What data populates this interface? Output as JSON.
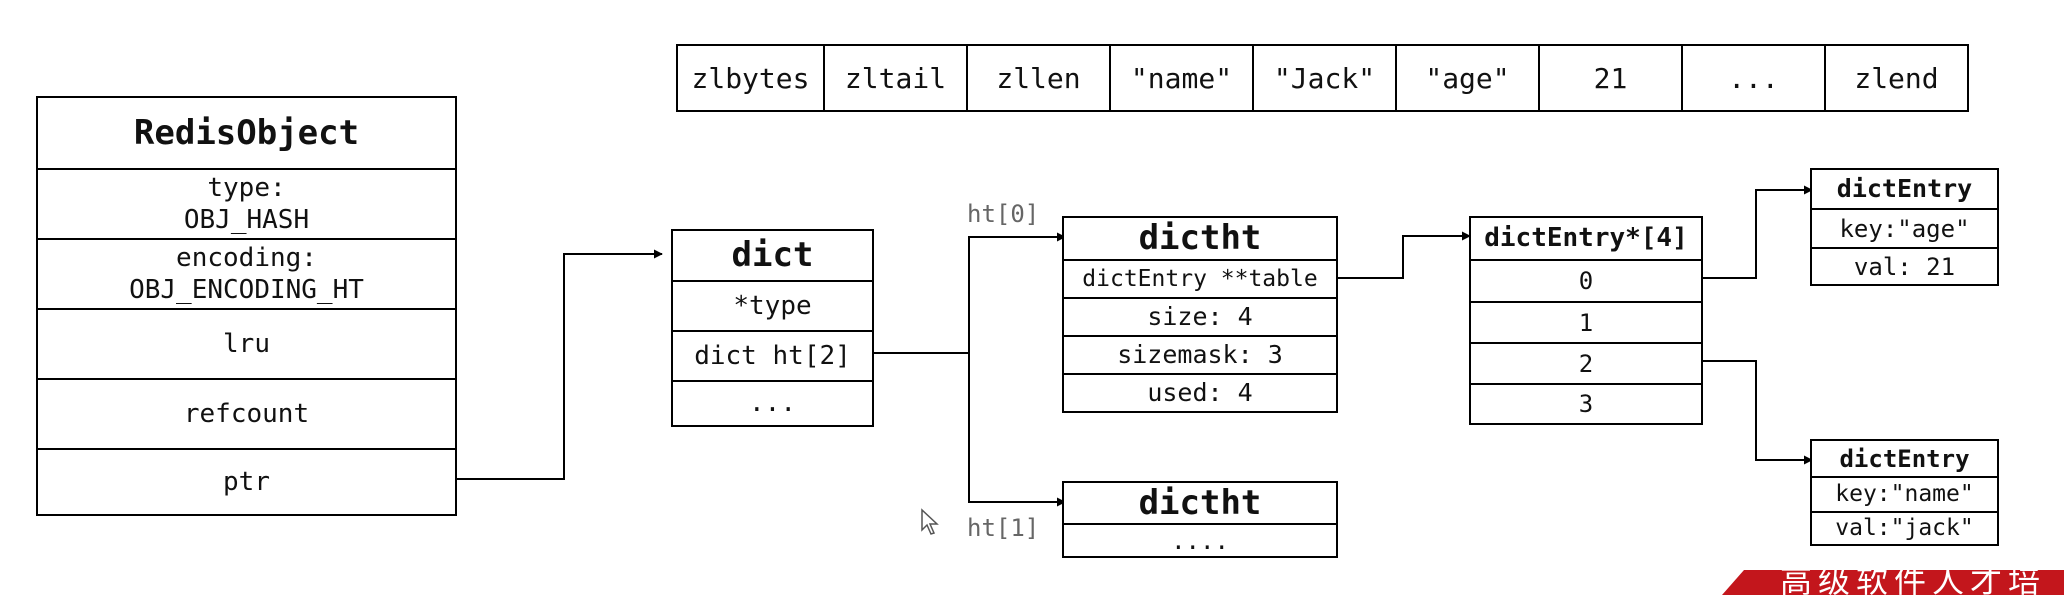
{
  "ziplist": [
    "zlbytes",
    "zltail",
    "zllen",
    "\"name\"",
    "\"Jack\"",
    "\"age\"",
    "21",
    "...",
    "zlend"
  ],
  "redis_object": {
    "title": "RedisObject",
    "type_line1": "type:",
    "type_line2": "OBJ_HASH",
    "encoding_line1": "encoding:",
    "encoding_line2": "OBJ_ENCODING_HT",
    "lru": "lru",
    "refcount": "refcount",
    "ptr": "ptr"
  },
  "dict": {
    "title": "dict",
    "type": "*type",
    "ht": "dict ht[2]",
    "more": "..."
  },
  "labels": {
    "ht0": "ht[0]",
    "ht1": "ht[1]"
  },
  "dictht0": {
    "title": "dictht",
    "table": "dictEntry **table",
    "size": "size: 4",
    "sizemask": "sizemask: 3",
    "used": "used: 4"
  },
  "dictht1": {
    "title": "dictht",
    "more": "...."
  },
  "bucket_array": {
    "title": "dictEntry*[4]",
    "slots": [
      "0",
      "1",
      "2",
      "3"
    ]
  },
  "entry_age": {
    "title": "dictEntry",
    "key": "key:\"age\"",
    "val": "val: 21"
  },
  "entry_name": {
    "title": "dictEntry",
    "key": "key:\"name\"",
    "val": "val:\"jack\""
  },
  "banner": {
    "text": "高级软件人才培"
  }
}
